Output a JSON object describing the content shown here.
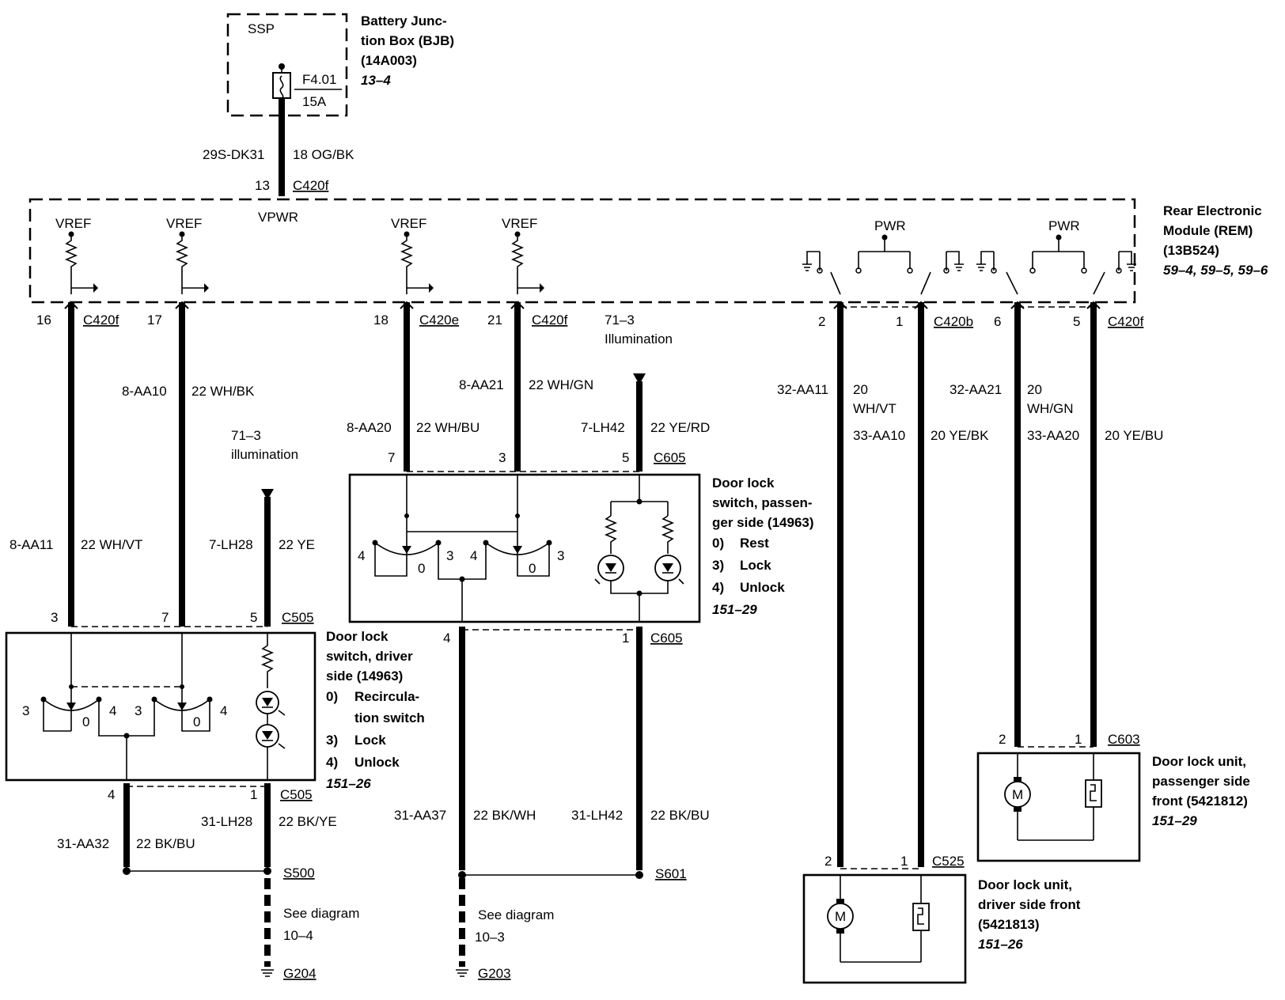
{
  "bjb": {
    "ssp": "SSP",
    "fuse_id": "F4.01",
    "fuse_rating": "15A",
    "title_1": "Battery Junc-",
    "title_2": "tion Box (BJB)",
    "title_3": "(14A003)",
    "ref": "13–4"
  },
  "feed": {
    "circuit": "29S-DK31",
    "wire": "18 OG/BK",
    "pin": "13",
    "connector": "C420f",
    "vpwr": "VPWR"
  },
  "rem": {
    "title_1": "Rear Electronic",
    "title_2": "Module (REM)",
    "title_3": "(13B524)",
    "ref": "59–4, 59–5, 59–6",
    "vref": "VREF",
    "pwr": "PWR"
  },
  "rem_pins": {
    "p16": "16",
    "c16": "C420f",
    "p17": "17",
    "p18": "18",
    "c18": "C420e",
    "p21": "21",
    "c21": "C420f",
    "p2": "2",
    "p1": "1",
    "c1": "C420b",
    "p6": "6",
    "p5": "5",
    "c5": "C420f"
  },
  "illum": {
    "ref": "71–3",
    "label": "Illumination",
    "label_lower": "illumination"
  },
  "wires": {
    "aa10": "8-AA10",
    "aa10_c": "22 WH/BK",
    "aa11": "8-AA11",
    "aa11_c": "22 WH/VT",
    "lh28": "7-LH28",
    "lh28_c": "22 YE",
    "aa21": "8-AA21",
    "aa21_c": "22 WH/GN",
    "aa20": "8-AA20",
    "aa20_c": "22 WH/BU",
    "lh42": "7-LH42",
    "lh42_c": "22 YE/RD",
    "aa11b": "32-AA11",
    "aa11b_c1": "20",
    "aa11b_c2": "WH/VT",
    "aa10b": "33-AA10",
    "aa10b_c": "20 YE/BK",
    "aa21b": "32-AA21",
    "aa21b_c1": "20",
    "aa21b_c2": "WH/GN",
    "aa20b": "33-AA20",
    "aa20b_c": "20 YE/BU",
    "aa32": "31-AA32",
    "aa32_c": "22 BK/BU",
    "lh28g": "31-LH28",
    "lh28g_c": "22 BK/YE",
    "aa37": "31-AA37",
    "aa37_c": "22 BK/WH",
    "lh42g": "31-LH42",
    "lh42g_c": "22 BK/BU"
  },
  "driver_switch": {
    "pin3": "3",
    "pin7": "7",
    "pin5": "5",
    "connector_top": "C505",
    "pin4": "4",
    "pin1": "1",
    "connector_bottom": "C505",
    "title_1": "Door lock",
    "title_2": "switch, driver",
    "title_3": "side (14963)",
    "opt0_n": "0)",
    "opt0_1": "Recircula-",
    "opt0_2": "tion switch",
    "opt3_n": "3)",
    "opt3": "Lock",
    "opt4_n": "4)",
    "opt4": "Unlock",
    "ref": "151–26",
    "pos_3": "3",
    "pos_0": "0",
    "pos_4": "4"
  },
  "pass_switch": {
    "pin7": "7",
    "pin3": "3",
    "pin5": "5",
    "connector_top": "C605",
    "pin4": "4",
    "pin1": "1",
    "connector_bottom": "C605",
    "title_1": "Door lock",
    "title_2": "switch, passen-",
    "title_3": "ger side (14963)",
    "opt0_n": "0)",
    "opt0": "Rest",
    "opt3_n": "3)",
    "opt3": "Lock",
    "opt4_n": "4)",
    "opt4": "Unlock",
    "ref": "151–29",
    "pos_3": "3",
    "pos_0": "0",
    "pos_4": "4"
  },
  "lock_pass": {
    "pin2": "2",
    "pin1": "1",
    "connector": "C603",
    "title_1": "Door lock unit,",
    "title_2": "passenger side",
    "title_3": "front (5421812)",
    "ref": "151–29",
    "motor": "M"
  },
  "lock_driver": {
    "pin2": "2",
    "pin1": "1",
    "connector": "C525",
    "title_1": "Door lock unit,",
    "title_2": "driver side front",
    "title_3": "(5421813)",
    "ref": "151–26",
    "motor": "M"
  },
  "grounds": {
    "s500": "S500",
    "s601": "S601",
    "see": "See diagram",
    "d1": "10–4",
    "d2": "10–3",
    "g204": "G204",
    "g203": "G203"
  }
}
